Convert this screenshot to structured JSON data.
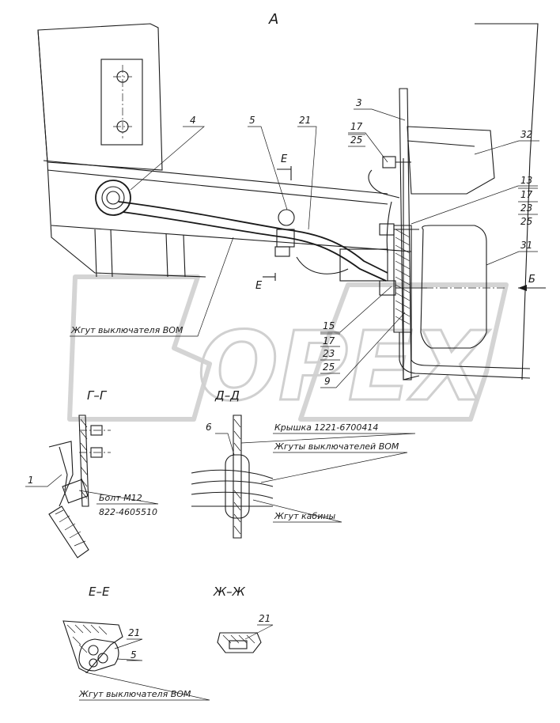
{
  "views": {
    "main": "А",
    "section_g": "Г–Г",
    "section_d": "Д–Д",
    "section_e": "Е–Е",
    "section_zh": "Ж–Ж"
  },
  "section_marks": {
    "e_top": "Е",
    "e_bottom": "Е",
    "b_arrow": "Б"
  },
  "callouts": {
    "c3": "3",
    "c4": "4",
    "c5": "5",
    "c21": "21",
    "c17a": "17",
    "c25a": "25",
    "c32": "32",
    "c13": "13",
    "c17b": "17",
    "c23b": "23",
    "c25b": "25",
    "c31": "31",
    "c15": "15",
    "c17c": "17",
    "c23c": "23",
    "c25c": "25",
    "c9": "9",
    "c1": "1",
    "c6": "6",
    "c21e": "21",
    "c5e": "5",
    "c21zh": "21"
  },
  "notes": {
    "harness_pto": "Жгут выключателя ВОМ",
    "bolt": "Болт М12",
    "bolt_part": "822-4605510",
    "cover": "Крышка  1221-6700414",
    "harnesses_pto": "Жгуты выключателей ВОМ",
    "harness_cab": "Жгут кабины",
    "harness_pto_e": "Жгут выключателя ВОМ"
  },
  "watermark": {
    "text": "OPEX"
  }
}
